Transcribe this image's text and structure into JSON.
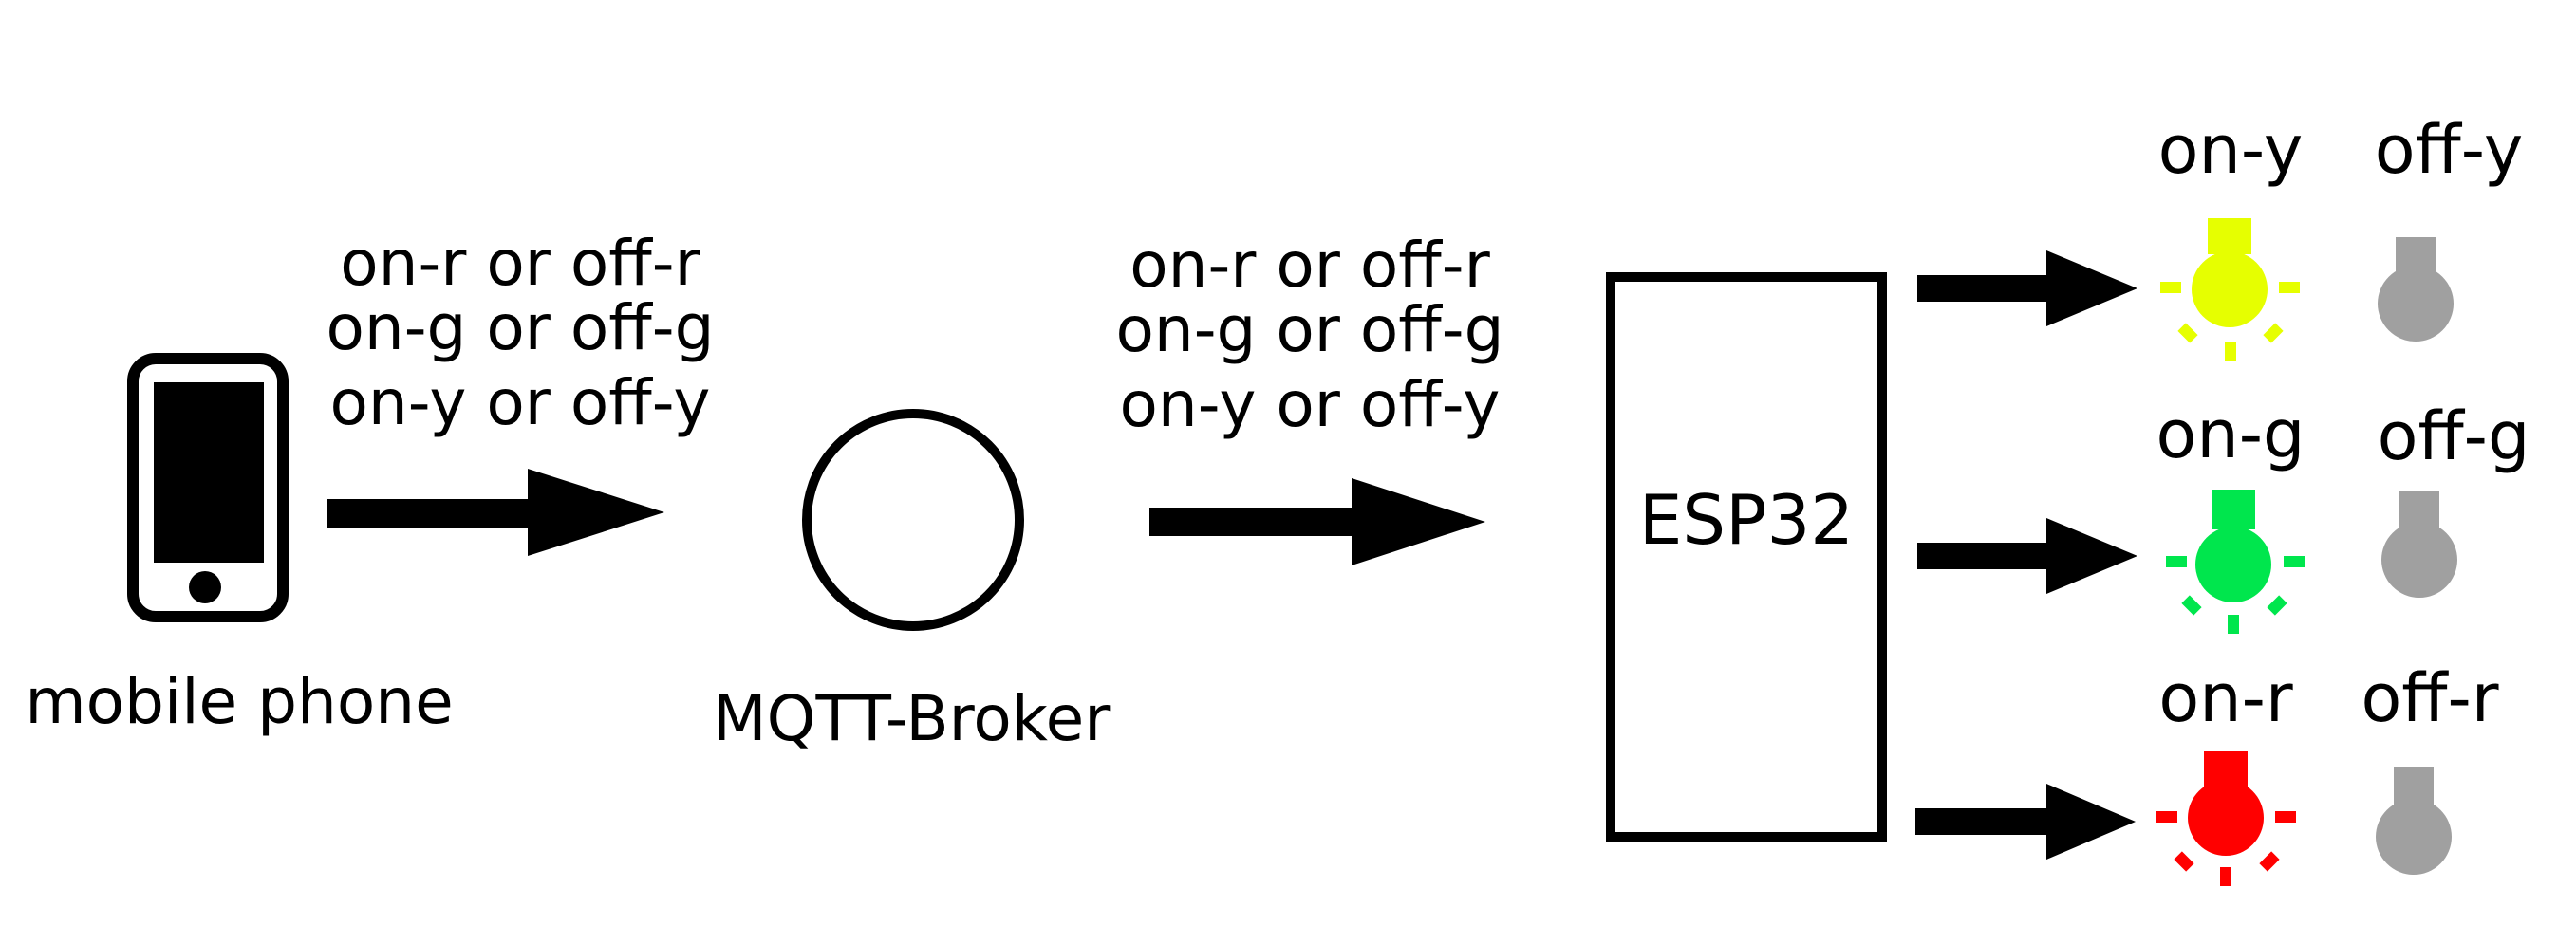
{
  "nodes": {
    "phone": {
      "label": "mobile phone",
      "icon": "mobile-phone-icon"
    },
    "broker": {
      "label": "MQTT-Broker",
      "icon": "circle-node"
    },
    "esp32": {
      "label": "ESP32"
    }
  },
  "messages_phone_to_broker": [
    "on-r or off-r",
    "on-g or off-g",
    "on-y or off-y"
  ],
  "messages_broker_to_esp32": [
    "on-r or off-r",
    "on-g or off-g",
    "on-y or off-y"
  ],
  "leds": [
    {
      "id": "yellow",
      "on_label": "on-y",
      "off_label": "off-y",
      "on_color": "#e6ff00",
      "off_color": "#a0a0a0"
    },
    {
      "id": "green",
      "on_label": "on-g",
      "off_label": "off-g",
      "on_color": "#00e64d",
      "off_color": "#a0a0a0"
    },
    {
      "id": "red",
      "on_label": "on-r",
      "off_label": "off-r",
      "on_color": "#ff0000",
      "off_color": "#a0a0a0"
    }
  ],
  "colors": {
    "stroke": "#000000",
    "background": "#ffffff"
  }
}
